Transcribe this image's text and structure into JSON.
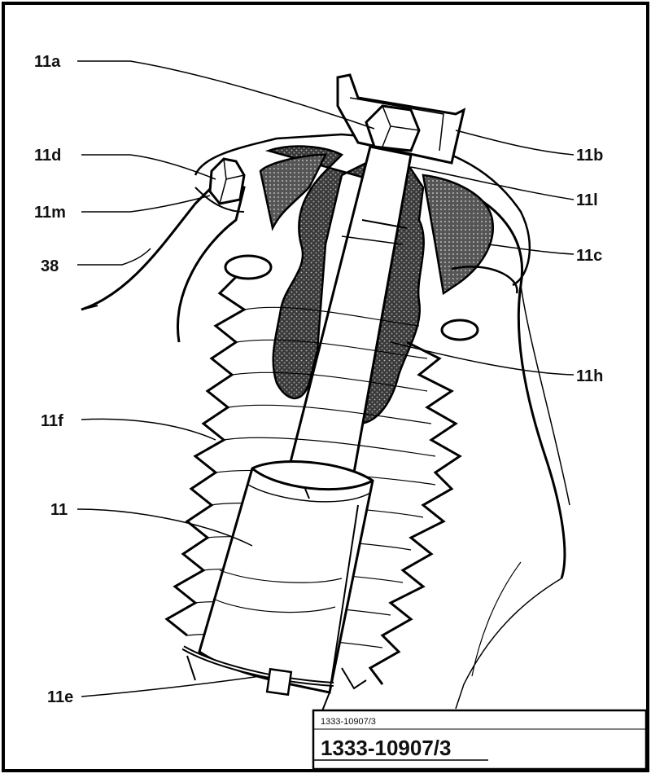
{
  "diagram": {
    "callouts": {
      "a": "11a",
      "b": "11b",
      "d": "11d",
      "m": "11m",
      "l": "11l",
      "c": "11c",
      "n38": "38",
      "h": "11h",
      "f": "11f",
      "main": "11",
      "e": "11e"
    },
    "reference_small": "1333-10907/3",
    "reference_large": "1333-10907/3"
  }
}
